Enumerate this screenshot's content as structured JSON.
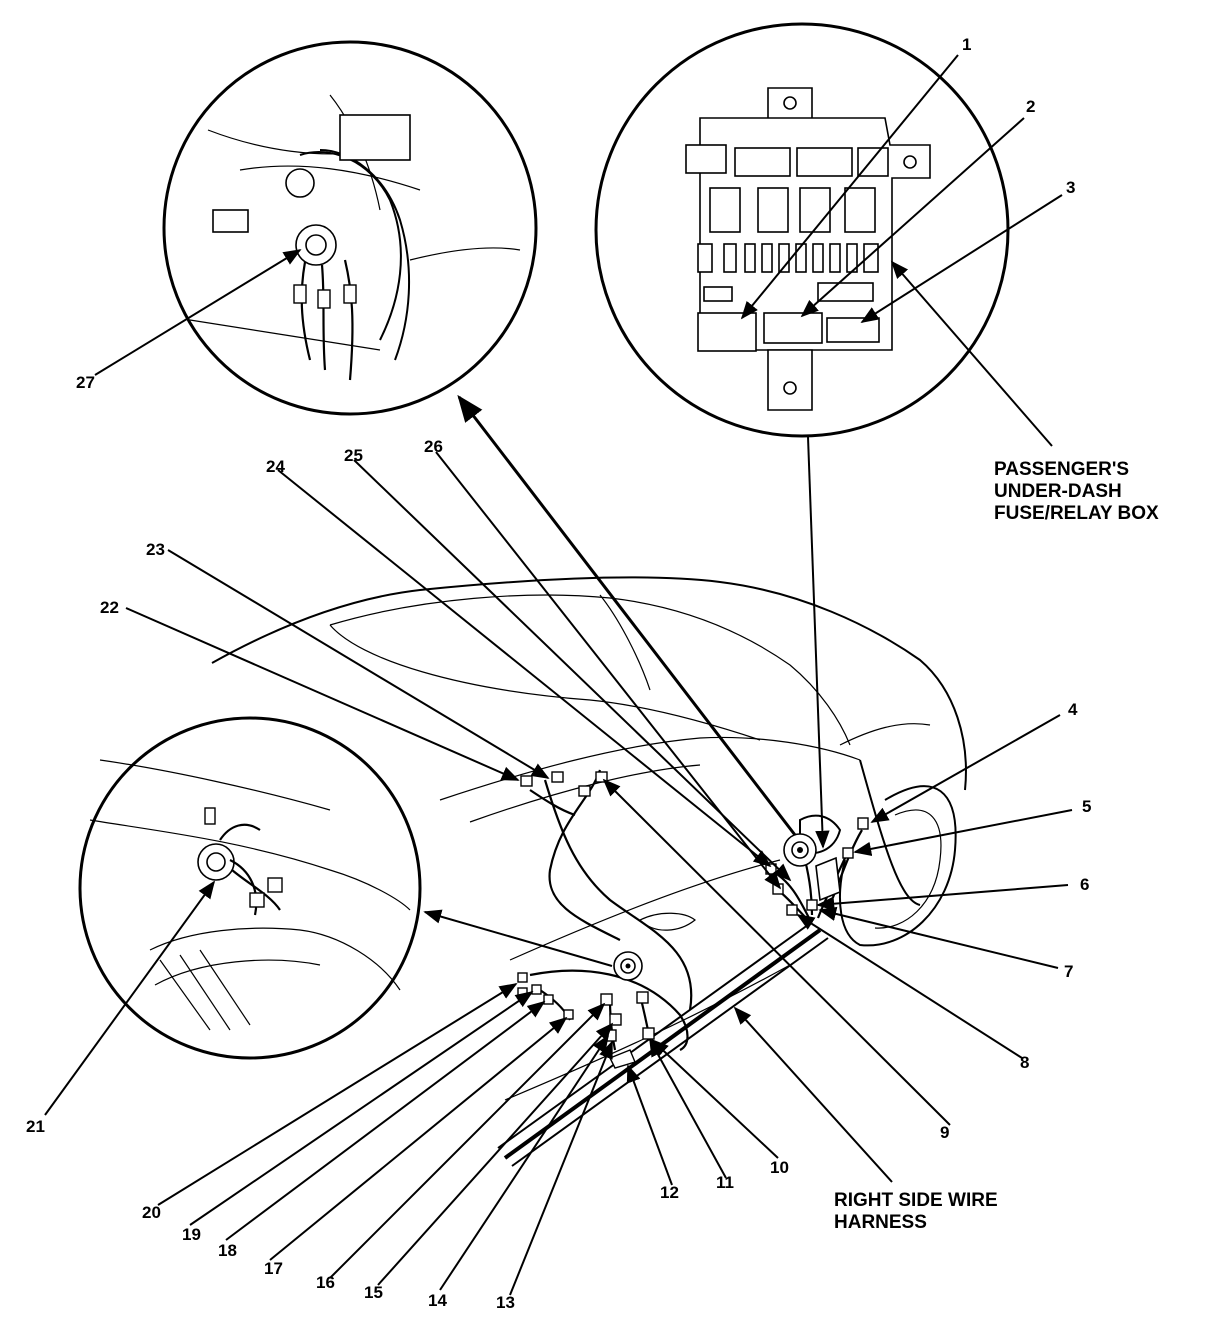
{
  "callouts": {
    "c1": "1",
    "c2": "2",
    "c3": "3",
    "c4": "4",
    "c5": "5",
    "c6": "6",
    "c7": "7",
    "c8": "8",
    "c9": "9",
    "c10": "10",
    "c11": "11",
    "c12": "12",
    "c13": "13",
    "c14": "14",
    "c15": "15",
    "c16": "16",
    "c17": "17",
    "c18": "18",
    "c19": "19",
    "c20": "20",
    "c21": "21",
    "c22": "22",
    "c23": "23",
    "c24": "24",
    "c25": "25",
    "c26": "26",
    "c27": "27"
  },
  "captions": {
    "fuse_box_line1": "PASSENGER'S",
    "fuse_box_line2": "UNDER-DASH",
    "fuse_box_line3": "FUSE/RELAY BOX",
    "harness_line1": "RIGHT SIDE WIRE",
    "harness_line2": "HARNESS"
  }
}
